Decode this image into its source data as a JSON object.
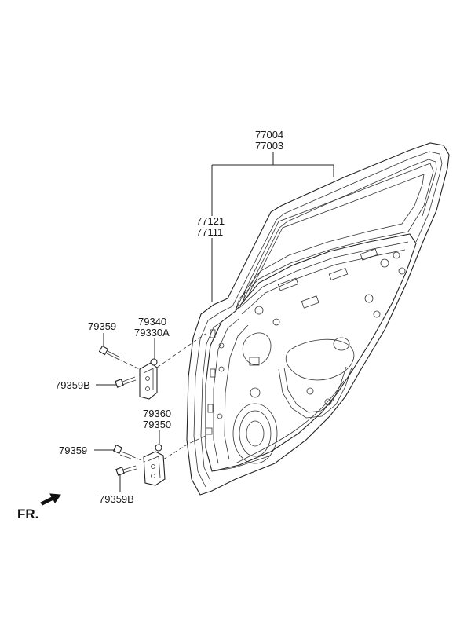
{
  "labels": {
    "door_assy_1": "77004",
    "door_assy_2": "77003",
    "panel_1": "77121",
    "panel_2": "77111",
    "bolt_upper": "79359",
    "bolt_upper_b": "79359B",
    "hinge_upper_1": "79340",
    "hinge_upper_2": "79330A",
    "hinge_lower_1": "79360",
    "hinge_lower_2": "79350",
    "bolt_lower": "79359",
    "bolt_lower_b": "79359B",
    "front_indicator": "FR."
  }
}
